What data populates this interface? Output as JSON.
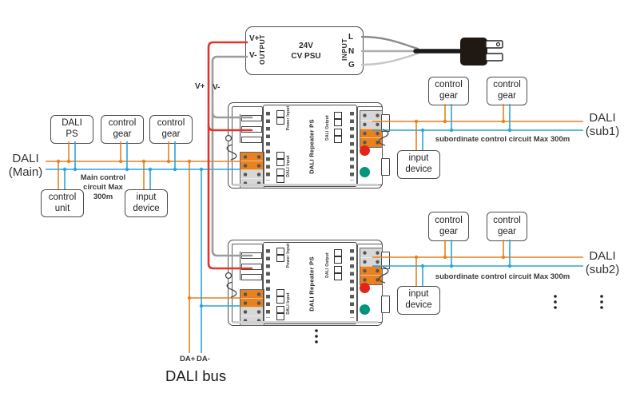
{
  "colors": {
    "dali_plus_orange": "#E8811F",
    "dali_minus_blue": "#2AA4DC",
    "v_plus_red": "#E2342B",
    "v_minus_gray": "#9B9B9B",
    "terminal_orange": "#E8811F",
    "button_red": "#E2241B",
    "button_green": "#00957D"
  },
  "psu": {
    "v_plus": "V+",
    "v_minus": "V-",
    "output": "OUTPUT",
    "input": "INPUT",
    "title": "24V\nCV PSU",
    "l": "L",
    "n": "N",
    "g": "G"
  },
  "wire_labels": {
    "v_plus": "V+",
    "v_minus": "V-"
  },
  "main": {
    "bus_label": "DALI\n(Main)",
    "note": "Main control\ncircuit Max\n300m",
    "dali_ps": "DALI\nPS",
    "control_gear_1": "control\ngear",
    "control_gear_2": "control\ngear",
    "control_unit": "control\nunit",
    "input_device": "input\ndevice"
  },
  "repeater": {
    "label": "DALI Repeater PS",
    "power_group": "Power Input",
    "dali_input_group": "DALI Input",
    "dali_output_group": "DALI Output"
  },
  "sub1": {
    "bus_label": "DALI\n(sub1)",
    "note": "subordinate control circuit Max 300m",
    "control_gear_1": "control\ngear",
    "control_gear_2": "control\ngear",
    "input_device": "input\ndevice"
  },
  "sub2": {
    "bus_label": "DALI\n(sub2)",
    "note": "subordinate control circuit Max 300m",
    "control_gear_1": "control\ngear",
    "control_gear_2": "control\ngear",
    "input_device": "input\ndevice"
  },
  "bottom": {
    "da_plus": "DA+",
    "da_minus": "DA-",
    "bus_label": "DALI bus"
  }
}
